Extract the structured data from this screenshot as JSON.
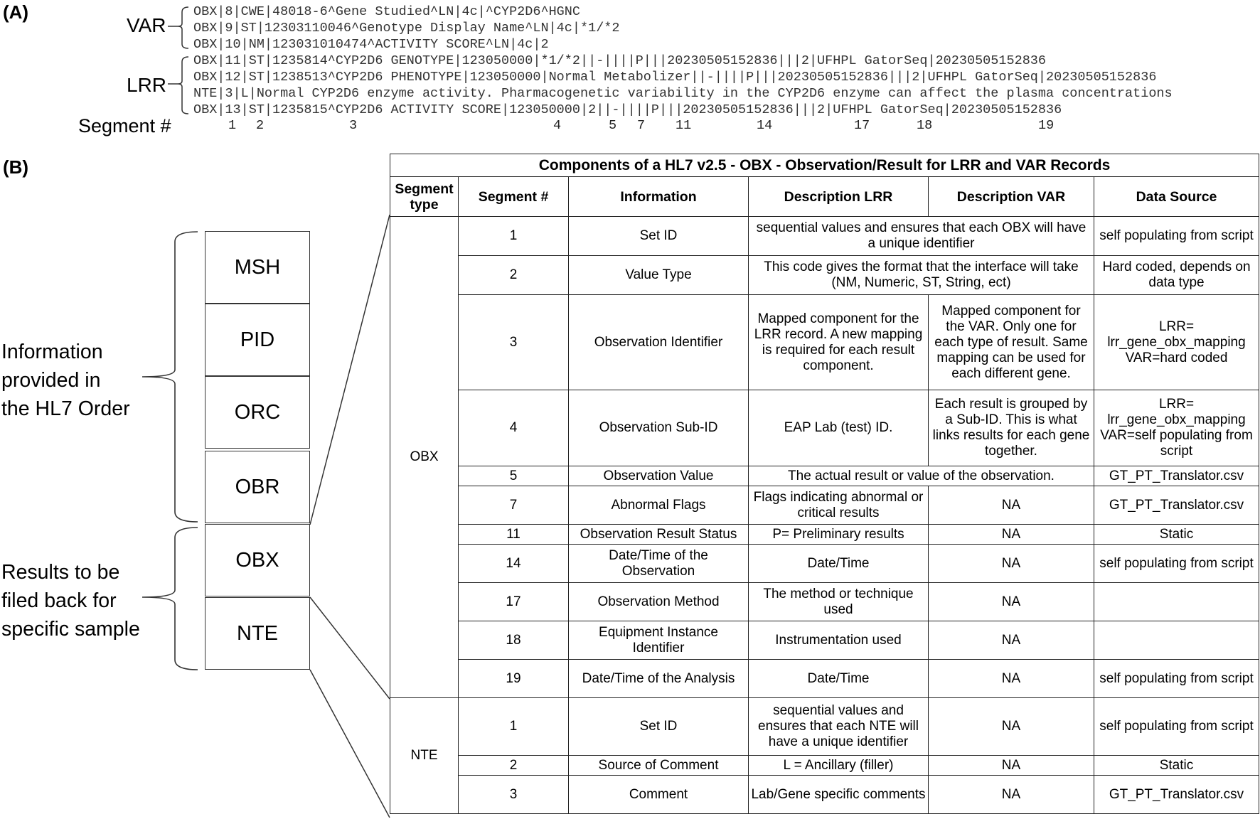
{
  "panel_a": {
    "label": "(A)",
    "var_label": "VAR",
    "lrr_label": "LRR",
    "segment_label": "Segment #",
    "var_lines": [
      "OBX|8|CWE|48018-6^Gene Studied^LN|4c|^CYP2D6^HGNC",
      "OBX|9|ST|12303110046^Genotype Display Name^LN|4c|*1/*2",
      "OBX|10|NM|123031010474^ACTIVITY SCORE^LN|4c|2"
    ],
    "lrr_lines": [
      "OBX|11|ST|1235814^CYP2D6 GENOTYPE|123050000|*1/*2||-||||P|||20230505152836|||2|UFHPL GatorSeq|20230505152836",
      "OBX|12|ST|1238513^CYP2D6 PHENOTYPE|123050000|Normal Metabolizer||-||||P|||20230505152836|||2|UFHPL GatorSeq|20230505152836",
      "NTE|3|L|Normal CYP2D6 enzyme activity. Pharmacogenetic variability in the CYP2D6 enzyme can affect the plasma concentrations",
      "OBX|13|ST|1235815^CYP2D6 ACTIVITY SCORE|123050000|2||-||||P|||20230505152836|||2|UFHPL GatorSeq|20230505152836"
    ],
    "segment_numbers": [
      "1",
      "2",
      "3",
      "4",
      "5",
      "7",
      "11",
      "14",
      "17",
      "18",
      "19"
    ]
  },
  "panel_b": {
    "label": "(B)",
    "segments": [
      "MSH",
      "PID",
      "ORC",
      "OBR",
      "OBX",
      "NTE"
    ],
    "order_text": [
      "Information",
      "provided in",
      "the HL7 Order"
    ],
    "results_text": [
      "Results to be",
      "filed back for",
      "specific sample"
    ]
  },
  "table": {
    "title": "Components of a HL7 v2.5 - OBX - Observation/Result for LRR and VAR Records",
    "headers": [
      "Segment type",
      "Segment #",
      "Information",
      "Description LRR",
      "Description VAR",
      "Data Source"
    ],
    "groups": [
      {
        "type": "OBX",
        "rows": [
          {
            "num": "1",
            "info": "Set ID",
            "lrr": "sequential values and ensures that each OBX will have a unique identifier",
            "var": "",
            "src": "self populating from script",
            "merged": true
          },
          {
            "num": "2",
            "info": "Value Type",
            "lrr": "This code gives the format that the interface will take (NM, Numeric, ST, String, ect)",
            "var": "",
            "src": "Hard coded, depends on data type",
            "merged": true
          },
          {
            "num": "3",
            "info": "Observation Identifier",
            "lrr": "Mapped component for the LRR record. A new mapping is required for each result component.",
            "var": "Mapped component for the VAR. Only one for each type of result. Same mapping can be used for each different gene.",
            "src": "LRR= lrr_gene_obx_mapping VAR=hard coded",
            "merged": false
          },
          {
            "num": "4",
            "info": "Observation Sub-ID",
            "lrr": "EAP Lab (test) ID.",
            "var": "Each result is grouped by a Sub-ID. This is what links results for each gene together.",
            "src": "LRR= lrr_gene_obx_mapping VAR=self populating from script",
            "merged": false
          },
          {
            "num": "5",
            "info": "Observation Value",
            "lrr": "The actual result or value of the observation.",
            "var": "",
            "src": "GT_PT_Translator.csv",
            "merged": true
          },
          {
            "num": "7",
            "info": "Abnormal  Flags",
            "lrr": "Flags indicating abnormal or critical results",
            "var": "NA",
            "src": "GT_PT_Translator.csv",
            "merged": false
          },
          {
            "num": "11",
            "info": "Observation Result Status",
            "lrr": "P=  Preliminary results",
            "var": "NA",
            "src": "Static",
            "merged": false
          },
          {
            "num": "14",
            "info": "Date/Time of the Observation",
            "lrr": "Date/Time",
            "var": "NA",
            "src": "self populating from script",
            "merged": false
          },
          {
            "num": "17",
            "info": "Observation Method",
            "lrr": "The method  or technique used",
            "var": "NA",
            "src": "",
            "merged": false
          },
          {
            "num": "18",
            "info": "Equipment Instance Identifier",
            "lrr": "Instrumentation used",
            "var": "NA",
            "src": "",
            "merged": false
          },
          {
            "num": "19",
            "info": "Date/Time of the Analysis",
            "lrr": "Date/Time",
            "var": "NA",
            "src": "self populating from script",
            "merged": false
          }
        ]
      },
      {
        "type": "NTE",
        "rows": [
          {
            "num": "1",
            "info": "Set ID",
            "lrr": "sequential values and ensures that each NTE will have a unique identifier",
            "var": "NA",
            "src": "self populating from script",
            "merged": false
          },
          {
            "num": "2",
            "info": "Source of Comment",
            "lrr": "L = Ancillary (filler)",
            "var": "NA",
            "src": "Static",
            "merged": false
          },
          {
            "num": "3",
            "info": "Comment",
            "lrr": "Lab/Gene specific comments",
            "var": "NA",
            "src": "GT_PT_Translator.csv",
            "merged": false
          }
        ]
      }
    ]
  }
}
